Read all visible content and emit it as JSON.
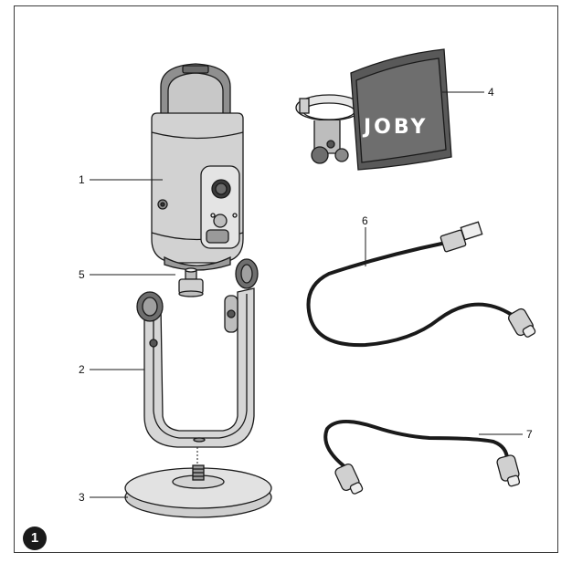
{
  "figure": {
    "number": "1",
    "brand_text": "JOBY"
  },
  "callouts": [
    {
      "id": "1",
      "label": "1"
    },
    {
      "id": "2",
      "label": "2"
    },
    {
      "id": "3",
      "label": "3"
    },
    {
      "id": "4",
      "label": "4"
    },
    {
      "id": "5",
      "label": "5"
    },
    {
      "id": "6",
      "label": "6"
    },
    {
      "id": "7",
      "label": "7"
    }
  ],
  "colors": {
    "line": "#1a1a1a",
    "mic_body": "#d4d4d4",
    "mic_dark": "#8c8c8c",
    "cable": "#1a1a1a"
  }
}
